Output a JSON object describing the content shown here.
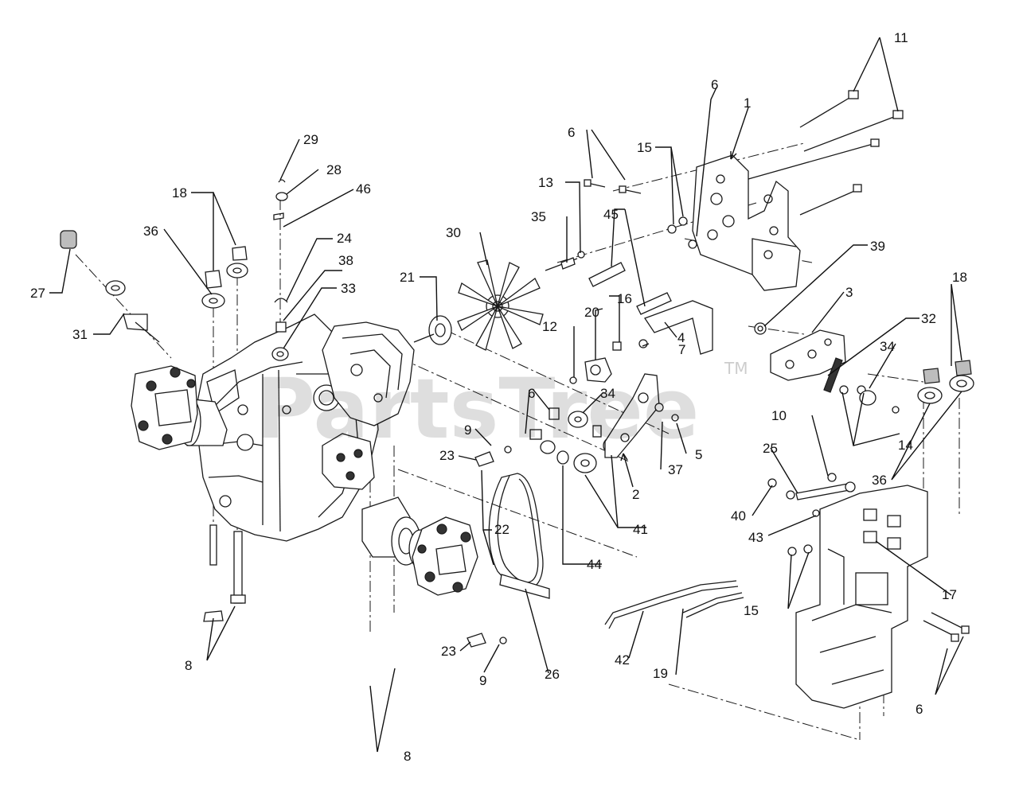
{
  "watermark": {
    "brand": "PartsTree",
    "trademark": "TM"
  },
  "callouts": [
    {
      "id": "c1",
      "number": "1"
    },
    {
      "id": "c2",
      "number": "2"
    },
    {
      "id": "c3",
      "number": "3"
    },
    {
      "id": "c4",
      "number": "4"
    },
    {
      "id": "c5",
      "number": "5"
    },
    {
      "id": "c6a",
      "number": "6"
    },
    {
      "id": "c6b",
      "number": "6"
    },
    {
      "id": "c6c",
      "number": "6"
    },
    {
      "id": "c6d",
      "number": "6"
    },
    {
      "id": "c7",
      "number": "7"
    },
    {
      "id": "c8a",
      "number": "8"
    },
    {
      "id": "c8b",
      "number": "8"
    },
    {
      "id": "c9a",
      "number": "9"
    },
    {
      "id": "c9b",
      "number": "9"
    },
    {
      "id": "c10",
      "number": "10"
    },
    {
      "id": "c11",
      "number": "11"
    },
    {
      "id": "c12",
      "number": "12"
    },
    {
      "id": "c13",
      "number": "13"
    },
    {
      "id": "c14",
      "number": "14"
    },
    {
      "id": "c15a",
      "number": "15"
    },
    {
      "id": "c15b",
      "number": "15"
    },
    {
      "id": "c16",
      "number": "16"
    },
    {
      "id": "c17",
      "number": "17"
    },
    {
      "id": "c18a",
      "number": "18"
    },
    {
      "id": "c18b",
      "number": "18"
    },
    {
      "id": "c19",
      "number": "19"
    },
    {
      "id": "c20",
      "number": "20"
    },
    {
      "id": "c21",
      "number": "21"
    },
    {
      "id": "c22",
      "number": "22"
    },
    {
      "id": "c23a",
      "number": "23"
    },
    {
      "id": "c23b",
      "number": "23"
    },
    {
      "id": "c24",
      "number": "24"
    },
    {
      "id": "c25",
      "number": "25"
    },
    {
      "id": "c26",
      "number": "26"
    },
    {
      "id": "c27",
      "number": "27"
    },
    {
      "id": "c28",
      "number": "28"
    },
    {
      "id": "c29",
      "number": "29"
    },
    {
      "id": "c30",
      "number": "30"
    },
    {
      "id": "c31",
      "number": "31"
    },
    {
      "id": "c32",
      "number": "32"
    },
    {
      "id": "c33",
      "number": "33"
    },
    {
      "id": "c34a",
      "number": "34"
    },
    {
      "id": "c34b",
      "number": "34"
    },
    {
      "id": "c35",
      "number": "35"
    },
    {
      "id": "c36a",
      "number": "36"
    },
    {
      "id": "c36b",
      "number": "36"
    },
    {
      "id": "c37",
      "number": "37"
    },
    {
      "id": "c38",
      "number": "38"
    },
    {
      "id": "c39",
      "number": "39"
    },
    {
      "id": "c40",
      "number": "40"
    },
    {
      "id": "c41",
      "number": "41"
    },
    {
      "id": "c42",
      "number": "42"
    },
    {
      "id": "c43",
      "number": "43"
    },
    {
      "id": "c44",
      "number": "44"
    },
    {
      "id": "c45",
      "number": "45"
    },
    {
      "id": "c46",
      "number": "46"
    }
  ]
}
